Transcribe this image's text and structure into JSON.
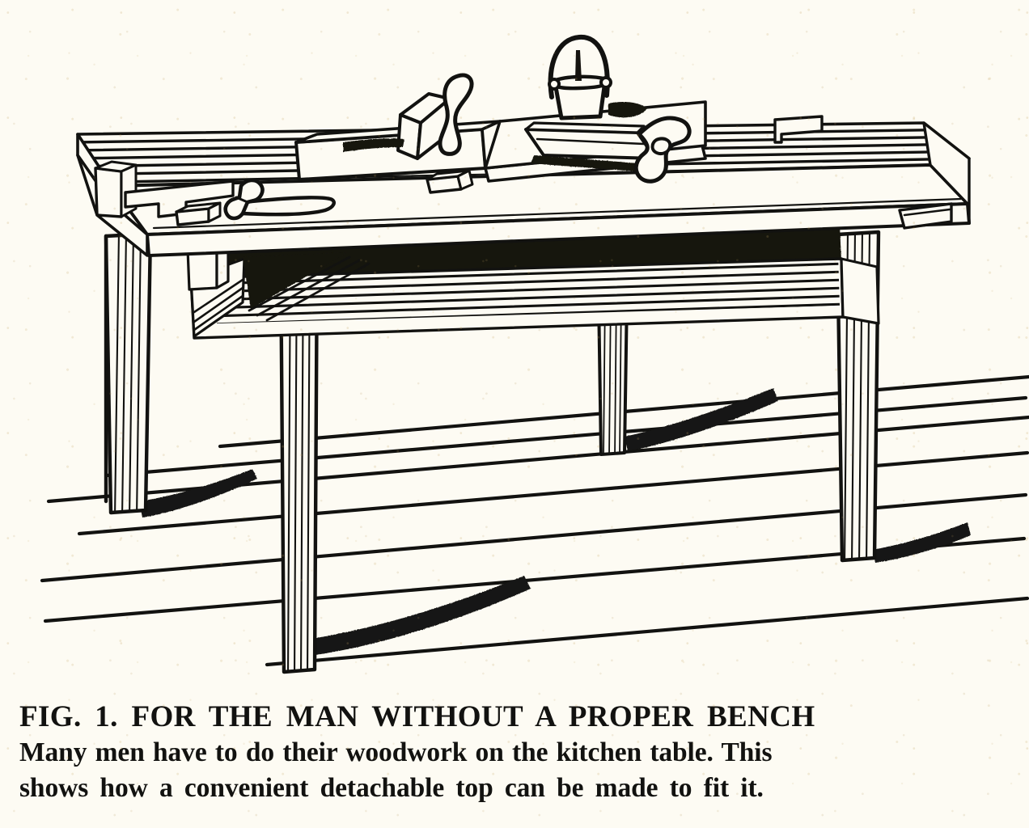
{
  "figure": {
    "label": "FIG. 1.",
    "kind": "line-drawing",
    "subject": "detachable woodworking bench top fitted over a kitchen table",
    "alt": "Pen-and-ink perspective drawing of a kitchen table with a detachable woodworking bench top clamped on it, holding a wooden plane, a handsaw, a chisel, a glue pot and scrap blocks; floorboards and cast shadows below.",
    "ink_color": "#121210",
    "paper_color": "#fdfbf3",
    "objects": [
      {
        "name": "detachable-bench-top",
        "note": "thick board top with end cleats that grip the table"
      },
      {
        "name": "kitchen-table",
        "note": "four-legged table with deep apron, fluted legs"
      },
      {
        "name": "wooden-plane",
        "note": "jack plane with wedge and tote, standing on the top"
      },
      {
        "name": "handsaw",
        "note": "saw lying blade-down across the right of the top"
      },
      {
        "name": "chisel",
        "note": "chisel lying on the front left of the top"
      },
      {
        "name": "glue-pot",
        "note": "small pail with bail handle and brush, at the rear"
      },
      {
        "name": "scrap-blocks",
        "note": "three small offcut blocks on the top"
      },
      {
        "name": "floorboards",
        "note": "receding parallel floorboard lines"
      },
      {
        "name": "leg-shadows",
        "note": "four solid black cast shadows on the floor"
      }
    ]
  },
  "caption": {
    "headline": "FIG. 1.  FOR THE MAN WITHOUT A PROPER BENCH",
    "line2": "Many men have to do their woodwork on the kitchen table.  This",
    "line3": "shows how a convenient detachable top can be made to fit it."
  }
}
